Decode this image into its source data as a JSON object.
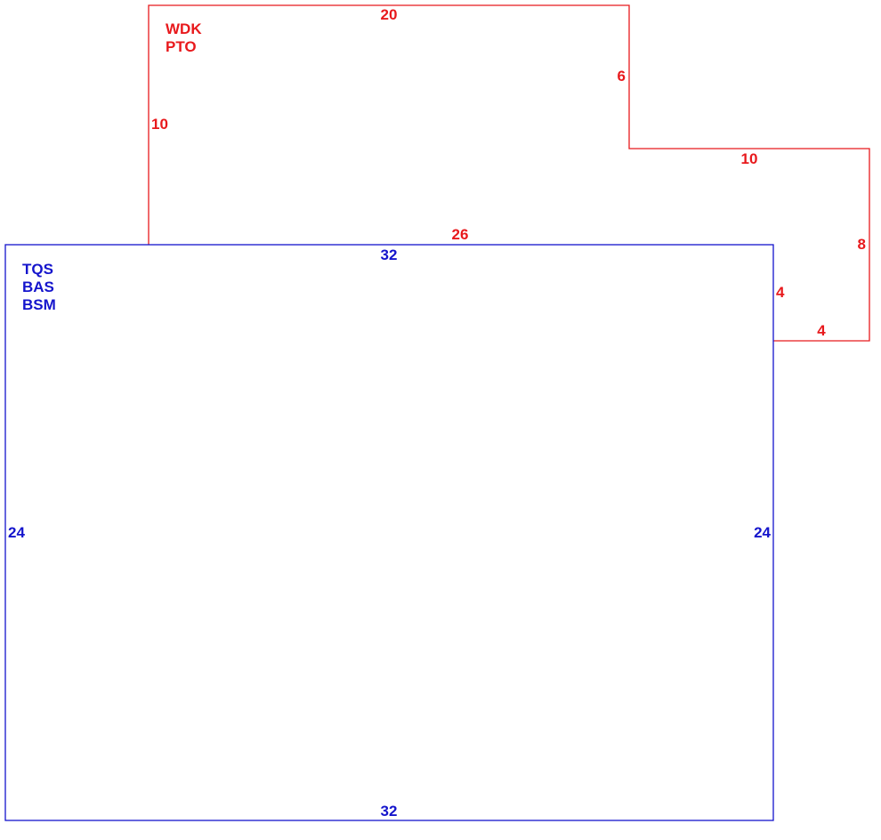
{
  "colors": {
    "upper_area": "#e8191c",
    "main_area": "#1414cc",
    "background": "#ffffff"
  },
  "upper_area": {
    "codes": [
      "WDK",
      "PTO"
    ],
    "dimensions": {
      "top": "20",
      "left": "10",
      "notch_vertical": "6",
      "notch_horizontal": "10",
      "right": "8",
      "bottom_right": "4",
      "bottom": "26"
    }
  },
  "main_area": {
    "codes": [
      "TQS",
      "BAS",
      "BSM"
    ],
    "dimensions": {
      "top": "32",
      "bottom": "32",
      "left": "24",
      "right": "24",
      "right_upper": "4"
    }
  }
}
